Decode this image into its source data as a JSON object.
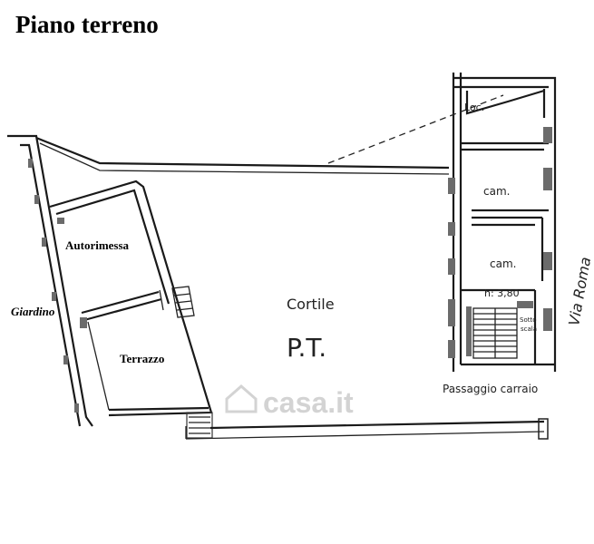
{
  "title": "Piano terreno",
  "rooms": {
    "autorimessa": "Autorimessa",
    "terrazzo": "Terrazzo",
    "giardino": "Giardino",
    "cortile": "Cortile",
    "pt": "P.T.",
    "cam1": "cam.",
    "cam2": "cam.",
    "height": "h: 3,80",
    "passaggio": "Passaggio carraio",
    "via": "Via Roma",
    "scala_1": "Sotto",
    "scala_2": "scala",
    "top_room": "Loc."
  },
  "watermark": "casa.it"
}
